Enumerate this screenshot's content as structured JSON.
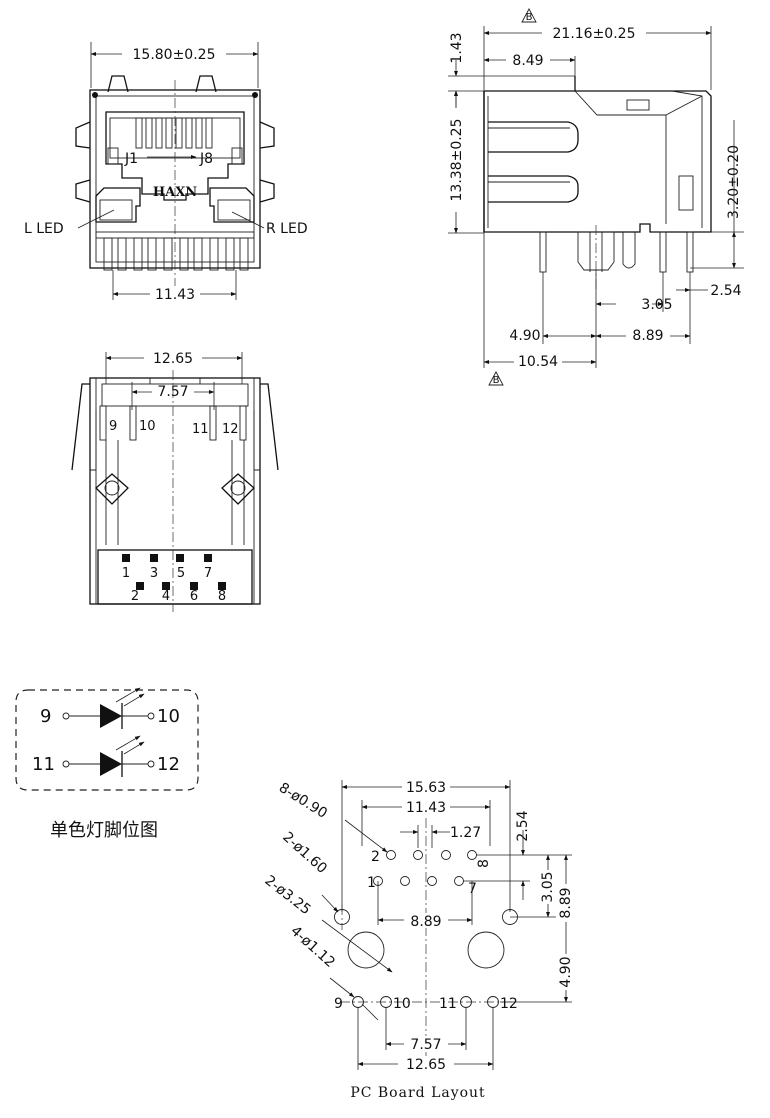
{
  "front_view": {
    "width_dim": "15.80±0.25",
    "pin_span_dim": "11.43",
    "pin_start": "J1",
    "pin_end": "J8",
    "brand": "HAXN",
    "left_led": "L LED",
    "right_led": "R LED"
  },
  "side_view": {
    "revision_mark": "B",
    "depth_dim": "21.16±0.25",
    "latch_dim": "8.49",
    "height_dim": "13.38±0.25",
    "flange_dim": "1.43",
    "standoff_dim": "3.20±0.20",
    "pin_pitch_dim": "3.05",
    "pin_row_dim": "2.54",
    "post_offset_dim": "4.90",
    "post_pitch_dim": "8.89",
    "front_to_post_dim": "10.54"
  },
  "bottom_view": {
    "led_pitch_dim": "12.65",
    "inner_dim": "7.57",
    "led_pin_labels": [
      "9",
      "10",
      "11",
      "12"
    ],
    "odd_pins": [
      "1",
      "3",
      "5",
      "7"
    ],
    "even_pins": [
      "2",
      "4",
      "6",
      "8"
    ]
  },
  "led_schematic": {
    "top_left": "9",
    "top_right": "10",
    "bottom_left": "11",
    "bottom_right": "12",
    "caption": "单色灯脚位图"
  },
  "pcb_layout": {
    "title": "PC Board Layout",
    "outer_dim": "15.63",
    "signal_span_dim": "11.43",
    "signal_pitch_dim": "1.27",
    "row_pitch_dim": "2.54",
    "row_offset_dim": "3.05",
    "post_pitch_dim": "8.89",
    "led_row_dim": "4.90",
    "hole_small": "8-ø0.90",
    "hole_led": "2-ø1.60",
    "hole_post": "2-ø3.25",
    "hole_shield": "4-ø1.12",
    "post_span_dim": "8.89",
    "led_inner_dim": "7.57",
    "led_outer_dim": "12.65",
    "pin_2": "2",
    "pin_1": "1",
    "pin_8": "8",
    "pin_7": "7",
    "pin_9": "9",
    "pin_10": "10",
    "pin_11": "11",
    "pin_12": "12"
  }
}
